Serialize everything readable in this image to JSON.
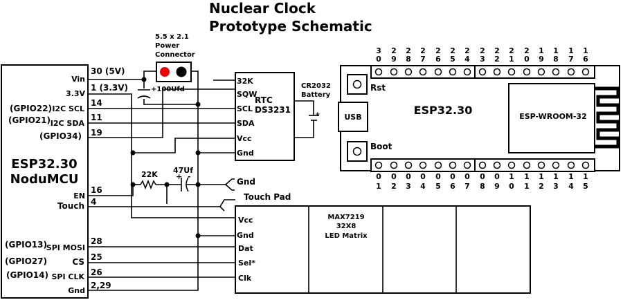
{
  "title": {
    "line1": "Nuclear Clock",
    "line2": "Prototype Schematic"
  },
  "power_connector": {
    "label1": "5.5 x 2.1",
    "label2": "Power",
    "label3": "Connector",
    "cap": "100Ufd"
  },
  "nodemcu": {
    "name1": "ESP32.30",
    "name2": "NoduMCU",
    "pins": {
      "vin": "Vin",
      "v33": "3.3V",
      "scl": "I2C SCL",
      "sda": "I2C SDA",
      "en": "EN",
      "touch": "Touch",
      "mosi": "SPI MOSI",
      "cs": "CS",
      "clk": "SPI CLK",
      "gnd": "Gnd"
    },
    "gpio": {
      "scl": "(GPIO22)",
      "sda": "(GPIO21)",
      "g34": "(GPIO34)",
      "mosi": "(GPIO13)",
      "cs": "(GPIO27)",
      "clk": "(GPIO14)"
    },
    "pin_numbers": {
      "vin": "30 (5V)",
      "v33": "1 (3.3V)",
      "scl": "14",
      "sda": "11",
      "g19": "19",
      "en": "16",
      "touch": "4",
      "mosi": "28",
      "cs": "25",
      "clk": "26",
      "gnd": "2,29"
    }
  },
  "rtc": {
    "name1": "RTC",
    "name2": "DS3231",
    "pins": {
      "k32": "32K",
      "sqw": "SQW",
      "scl": "SCL",
      "sda": "SDA",
      "vcc": "Vcc",
      "gnd": "Gnd"
    },
    "battery1": "CR2032",
    "battery2": "Battery"
  },
  "rc": {
    "resistor": "22K",
    "cap": "47Uf",
    "gnd": "Gnd",
    "touch_pad": "Touch Pad"
  },
  "matrix": {
    "line1": "MAX7219",
    "line2": "32X8",
    "line3": "LED Matrix",
    "pins": {
      "vcc": "Vcc",
      "gnd": "Gnd",
      "dat": "Dat",
      "sel": "Sel*",
      "clk": "Clk"
    }
  },
  "esp_board": {
    "name": "ESP32.30",
    "module": "ESP-WROOM-32",
    "rst": "Rst",
    "boot": "Boot",
    "usb": "USB",
    "top_pins": [
      [
        "3",
        "0"
      ],
      [
        "2",
        "9"
      ],
      [
        "2",
        "8"
      ],
      [
        "2",
        "7"
      ],
      [
        "2",
        "6"
      ],
      [
        "2",
        "5"
      ],
      [
        "2",
        "4"
      ],
      [
        "2",
        "3"
      ],
      [
        "2",
        "2"
      ],
      [
        "2",
        "1"
      ],
      [
        "2",
        "0"
      ],
      [
        "1",
        "9"
      ],
      [
        "1",
        "8"
      ],
      [
        "1",
        "7"
      ],
      [
        "1",
        "6"
      ]
    ],
    "bottom_pins": [
      [
        "0",
        "1"
      ],
      [
        "0",
        "2"
      ],
      [
        "0",
        "3"
      ],
      [
        "0",
        "4"
      ],
      [
        "0",
        "5"
      ],
      [
        "0",
        "6"
      ],
      [
        "0",
        "7"
      ],
      [
        "0",
        "8"
      ],
      [
        "0",
        "9"
      ],
      [
        "1",
        "0"
      ],
      [
        "1",
        "1"
      ],
      [
        "1",
        "2"
      ],
      [
        "1",
        "3"
      ],
      [
        "1",
        "4"
      ],
      [
        "1",
        "5"
      ]
    ]
  }
}
